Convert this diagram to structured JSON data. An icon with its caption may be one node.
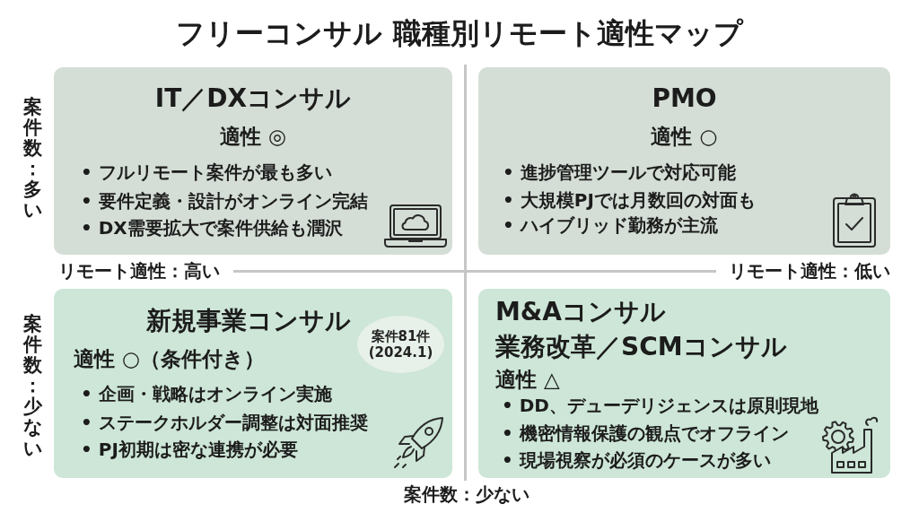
{
  "diagram": {
    "title": "フリーコンサル 職種別リモート適性マップ",
    "nodes": [
      {
        "text": [
          "IT／DXコンサル",
          "適性 ◎",
          "• フルリモート案件が最も多い",
          "• 要件定義・設計がオンライン完結",
          "• DX需要拡大で案件供給も潤沢"
        ]
      },
      {
        "text": [
          "PMO",
          "適性 ○",
          "• 進捗管理ツールで対応可能",
          "• 大規模PJでは月数回の対面も",
          "• ハイブリッド勤務が主流"
        ]
      },
      {
        "text": [
          "新規事業コンサル",
          "適性 ○（条件付き）",
          "• 企画・戦略はオンライン実施",
          "• ステークホルダー調整は対面推奨",
          "• PJ初期は密な連携が必要"
        ]
      },
      {
        "text": [
          "案件81件 (2024.1)"
        ],
        "in": 2
      },
      {
        "text": [
          "M&Aコンサル",
          "業務改革／SCMコンサル",
          "適性 △",
          "• DD、デューデリジェンスは原則現地",
          "• 機密情報保護の観点でオフライン",
          "• 現場視察が必須のケースが多い"
        ]
      }
    ],
    "labels": [
      "案件数：多い",
      "リモート適性：高い",
      "リモート適性：低い",
      "案件数：少ない",
      "案件数：少ない"
    ]
  }
}
